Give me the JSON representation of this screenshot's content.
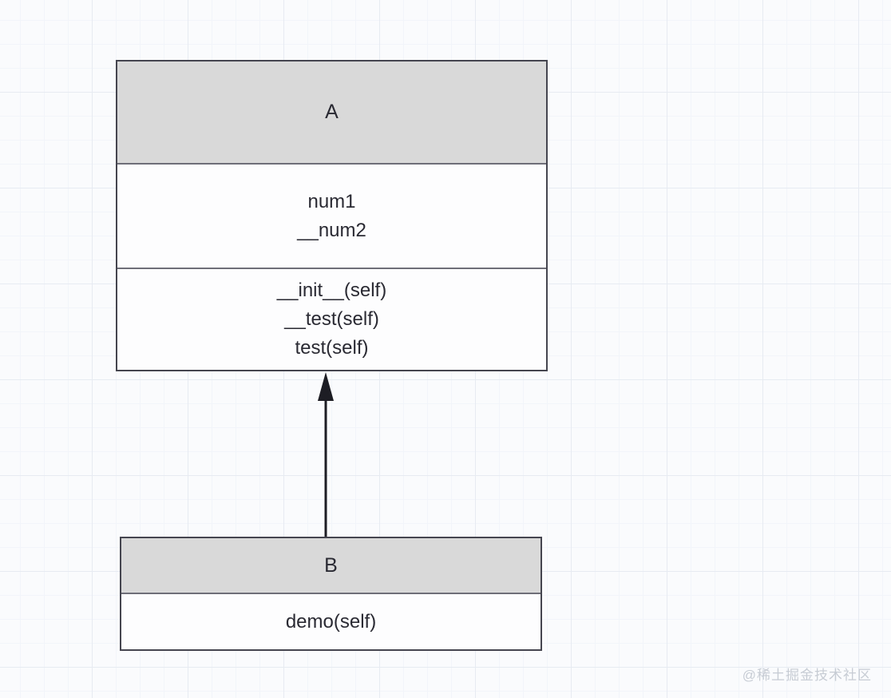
{
  "diagram": {
    "type": "uml-class-diagram",
    "classes": [
      {
        "name": "A",
        "attributes": [
          "num1",
          "__num2"
        ],
        "methods": [
          "__init__(self)",
          "__test(self)",
          "test(self)"
        ]
      },
      {
        "name": "B",
        "attributes": [],
        "methods": [
          "demo(self)"
        ]
      }
    ],
    "relationship": {
      "type": "inheritance-arrow",
      "from": "B",
      "to": "A"
    }
  },
  "watermark": {
    "text": "@稀土掘金技术社区"
  },
  "colors": {
    "canvas_bg": "#fafbfd",
    "grid_major": "#e7ebf2",
    "grid_minor": "#f2f5fa",
    "node_border": "#45454f",
    "header_fill": "#d9d9d9",
    "body_fill": "#fdfdfe",
    "text": "#2a2a33",
    "arrow": "#1d1d24",
    "watermark": "#c7ccd4"
  }
}
